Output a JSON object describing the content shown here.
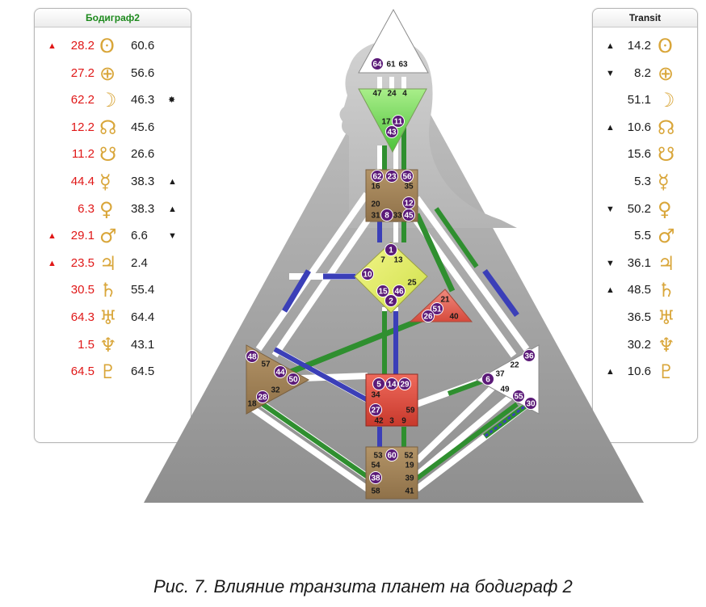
{
  "left": {
    "title": "Бодиграф2",
    "rows": [
      {
        "marker": "▲",
        "design": "28.2",
        "planet": "ʘ",
        "personality": "60.6",
        "after": ""
      },
      {
        "marker": "",
        "design": "27.2",
        "planet": "⊕",
        "personality": "56.6",
        "after": ""
      },
      {
        "marker": "",
        "design": "62.2",
        "planet": "☽",
        "personality": "46.3",
        "after": "✸"
      },
      {
        "marker": "",
        "design": "12.2",
        "planet": "☊",
        "personality": "45.6",
        "after": ""
      },
      {
        "marker": "",
        "design": "11.2",
        "planet": "☋",
        "personality": "26.6",
        "after": ""
      },
      {
        "marker": "",
        "design": "44.4",
        "planet": "☿",
        "personality": "38.3",
        "after": "▲"
      },
      {
        "marker": "",
        "design": "6.3",
        "planet": "♀",
        "personality": "38.3",
        "after": "▲"
      },
      {
        "marker": "▲",
        "design": "29.1",
        "planet": "♂",
        "personality": "6.6",
        "after": "▼"
      },
      {
        "marker": "▲",
        "design": "23.5",
        "planet": "♃",
        "personality": "2.4",
        "after": ""
      },
      {
        "marker": "",
        "design": "30.5",
        "planet": "♄",
        "personality": "55.4",
        "after": ""
      },
      {
        "marker": "",
        "design": "64.3",
        "planet": "♅",
        "personality": "64.4",
        "after": ""
      },
      {
        "marker": "",
        "design": "1.5",
        "planet": "♆",
        "personality": "43.1",
        "after": ""
      },
      {
        "marker": "",
        "design": "64.5",
        "planet": "♇",
        "personality": "64.5",
        "after": ""
      }
    ]
  },
  "right": {
    "title": "Transit",
    "rows": [
      {
        "marker": "▲",
        "value": "14.2",
        "planet": "ʘ"
      },
      {
        "marker": "▼",
        "value": "8.2",
        "planet": "⊕"
      },
      {
        "marker": "",
        "value": "51.1",
        "planet": "☽"
      },
      {
        "marker": "▲",
        "value": "10.6",
        "planet": "☊"
      },
      {
        "marker": "",
        "value": "15.6",
        "planet": "☋"
      },
      {
        "marker": "",
        "value": "5.3",
        "planet": "☿"
      },
      {
        "marker": "▼",
        "value": "50.2",
        "planet": "♀"
      },
      {
        "marker": "",
        "value": "5.5",
        "planet": "♂"
      },
      {
        "marker": "▼",
        "value": "36.1",
        "planet": "♃"
      },
      {
        "marker": "▲",
        "value": "48.5",
        "planet": "♄"
      },
      {
        "marker": "",
        "value": "36.5",
        "planet": "♅"
      },
      {
        "marker": "",
        "value": "30.2",
        "planet": "♆"
      },
      {
        "marker": "▲",
        "value": "10.6",
        "planet": "♇"
      }
    ]
  },
  "centers": {
    "head": {
      "gates": [
        "64",
        "61",
        "63"
      ],
      "circled": [
        "64"
      ]
    },
    "ajna": {
      "gates": [
        "47",
        "24",
        "4",
        "17",
        "11",
        "43"
      ],
      "circled": [
        "11",
        "43"
      ]
    },
    "throat": {
      "gates": [
        "62",
        "23",
        "56",
        "16",
        "35",
        "20",
        "12",
        "31",
        "8",
        "33",
        "45"
      ],
      "circled": [
        "62",
        "23",
        "56",
        "12",
        "8",
        "45"
      ]
    },
    "g": {
      "gates": [
        "1",
        "7",
        "13",
        "10",
        "25",
        "15",
        "46",
        "2"
      ],
      "circled": [
        "1",
        "10",
        "15",
        "46",
        "2"
      ]
    },
    "ego": {
      "gates": [
        "21",
        "51",
        "26",
        "40"
      ],
      "circled": [
        "51",
        "26"
      ]
    },
    "spleen": {
      "gates": [
        "48",
        "57",
        "44",
        "50",
        "32",
        "28",
        "18"
      ],
      "circled": [
        "48",
        "44",
        "50",
        "28"
      ]
    },
    "sacral": {
      "gates": [
        "5",
        "14",
        "29",
        "34",
        "27",
        "59",
        "42",
        "3",
        "9"
      ],
      "circled": [
        "5",
        "14",
        "29",
        "27"
      ]
    },
    "solar": {
      "gates": [
        "36",
        "22",
        "6",
        "37",
        "49",
        "55",
        "30"
      ],
      "circled": [
        "36",
        "6",
        "55",
        "30"
      ]
    },
    "root": {
      "gates": [
        "53",
        "60",
        "52",
        "54",
        "19",
        "38",
        "39",
        "58",
        "41"
      ],
      "circled": [
        "60",
        "38"
      ]
    }
  },
  "colors": {
    "design": "#e01818",
    "green": "#2f8f2f",
    "blue": "#3b3fb8",
    "circle": "#5b1a78",
    "planet": "#d9a63a"
  },
  "caption": "Рис. 7. Влияние транзита планет на бодиграф 2"
}
